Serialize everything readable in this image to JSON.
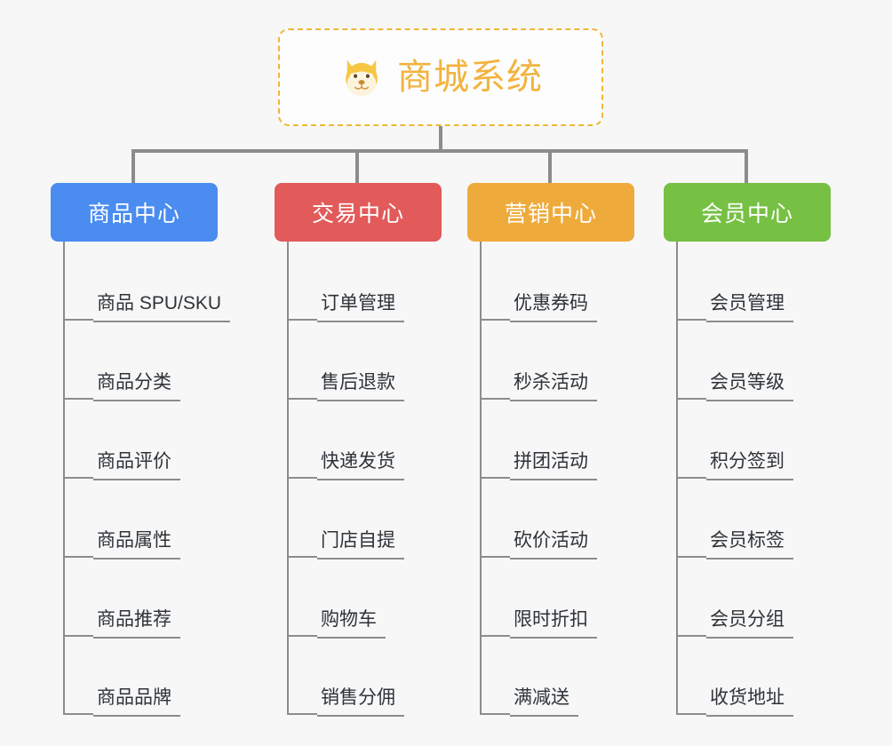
{
  "canvas": {
    "background": "#f7f7f7",
    "connector_color": "#8c8c8c",
    "leaf_text_color": "#2e3338"
  },
  "root": {
    "title": "商城系统",
    "icon": "dog-face-emoji",
    "text_color": "#f2b33d",
    "border_color": "#f0b537",
    "fill_color": "#fdfdfd"
  },
  "branches": [
    {
      "label": "商品中心",
      "color": "#4a8cf0",
      "leaves": [
        "商品 SPU/SKU",
        "商品分类",
        "商品评价",
        "商品属性",
        "商品推荐",
        "商品品牌"
      ]
    },
    {
      "label": "交易中心",
      "color": "#e25a5a",
      "leaves": [
        "订单管理",
        "售后退款",
        "快递发货",
        "门店自提",
        "购物车",
        "销售分佣"
      ]
    },
    {
      "label": "营销中心",
      "color": "#eeab3c",
      "leaves": [
        "优惠券码",
        "秒杀活动",
        "拼团活动",
        "砍价活动",
        "限时折扣",
        "满减送"
      ]
    },
    {
      "label": "会员中心",
      "color": "#76c044",
      "leaves": [
        "会员管理",
        "会员等级",
        "积分签到",
        "会员标签",
        "会员分组",
        "收货地址"
      ]
    }
  ]
}
